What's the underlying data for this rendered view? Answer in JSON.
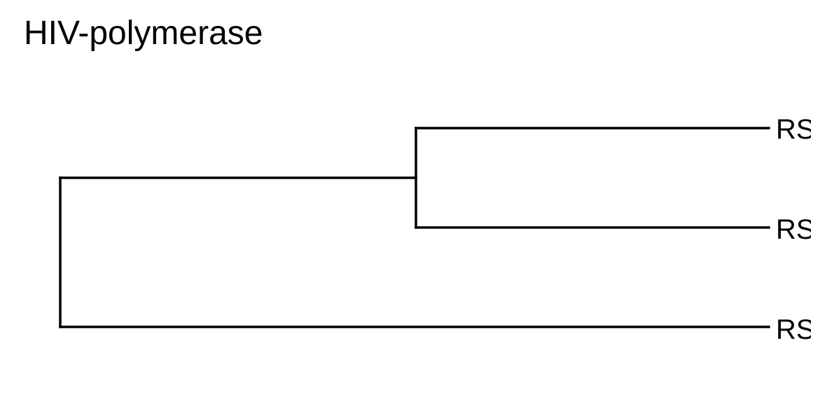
{
  "title": "HIV-polymerase",
  "tips": [
    {
      "label": "RS"
    },
    {
      "label": "RS"
    },
    {
      "label": "RS"
    }
  ],
  "colors": {
    "line": "#000000",
    "text": "#000000",
    "background": "#ffffff"
  }
}
